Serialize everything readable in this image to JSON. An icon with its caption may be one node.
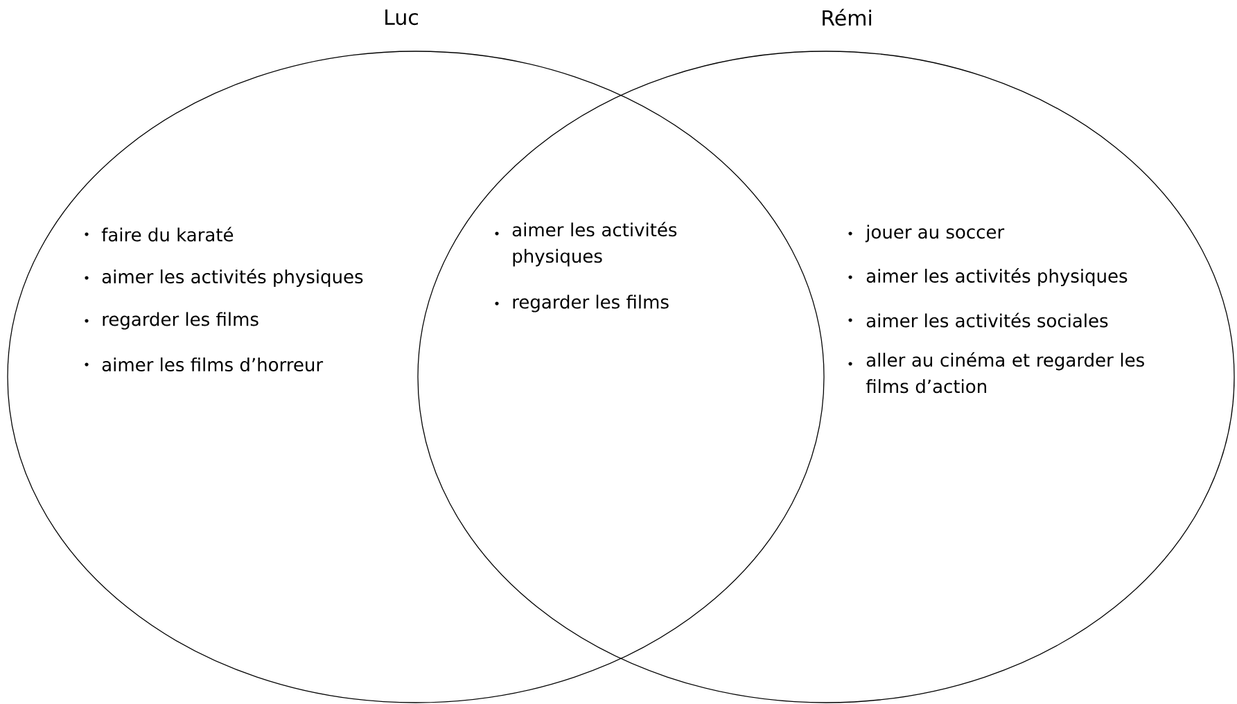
{
  "diagram": {
    "nodes": [
      {
        "text": [
          "Luc",
          "faire du karaté",
          "aimer les activités physiques",
          "regarder les films",
          "aimer les films d’horreur"
        ]
      },
      {
        "text": [
          "Rémi",
          "jouer au soccer",
          "aimer les activités physiques",
          "aimer les activités sociales",
          "aller au cinéma et regarder les films d’action"
        ]
      }
    ],
    "labels": [
      "aimer les activités physiques",
      "regarder les films"
    ]
  }
}
